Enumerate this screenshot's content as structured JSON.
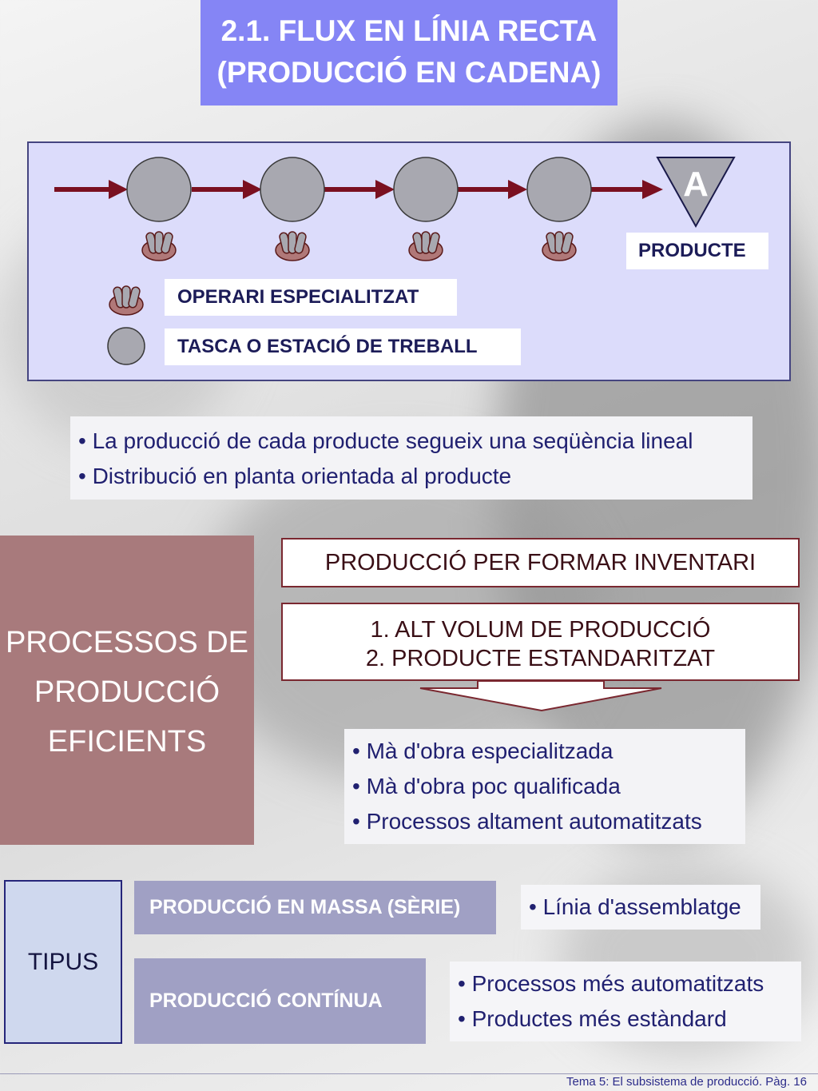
{
  "title": {
    "line1": "2.1. FLUX EN LÍNIA RECTA",
    "line2": "(PRODUCCIÓ EN CADENA)"
  },
  "flow": {
    "product_marker": "A",
    "product_label": "PRODUCTE",
    "legend_operator": "OPERARI ESPECIALITZAT",
    "legend_station": "TASCA O ESTACIÓ DE TREBALL",
    "icons": [
      "arrow-icon",
      "station-circle-icon",
      "operator-hands-icon",
      "product-triangle-icon"
    ]
  },
  "characteristics": [
    "• La producció de cada producte segueix una seqüència lineal",
    "• Distribució en planta orientada al producte"
  ],
  "efficient": {
    "line1": "PROCESSOS DE",
    "line2": "PRODUCCIÓ",
    "line3": "EFICIENTS"
  },
  "inventory_label": "PRODUCCIÓ PER FORMAR INVENTARI",
  "requirements": {
    "line1": "1. ALT VOLUM DE PRODUCCIÓ",
    "line2": "2. PRODUCTE ESTANDARITZAT"
  },
  "labour": [
    "• Mà d'obra especialitzada",
    "• Mà d'obra poc qualificada",
    "• Processos altament automatitzats"
  ],
  "types": {
    "label": "TIPUS",
    "mass": "PRODUCCIÓ EN MASSA (SÈRIE)",
    "mass_detail": "• Línia d'assemblatge",
    "continuous": "PRODUCCIÓ CONTÍNUA",
    "continuous_details": [
      "• Processos més automatitzats",
      "• Productes més estàndard"
    ]
  },
  "footer": "Tema 5: El subsistema de producció. Pàg. 16",
  "colors": {
    "title_bg": "#8585f5",
    "flow_bg": "#dcdcfb",
    "arrow": "#7a1020",
    "station": "#a8a8b0",
    "efficient_bg": "#a87a7c",
    "type_bg": "#a0a0c4",
    "text_blue": "#202070"
  }
}
